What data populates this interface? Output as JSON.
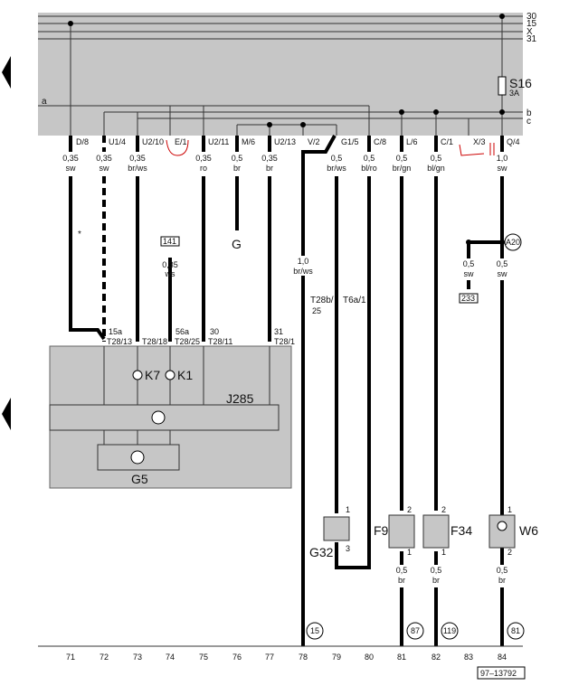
{
  "bus_labels": [
    "30",
    "15",
    "X",
    "31"
  ],
  "branch_labels": {
    "a": "a",
    "b": "b",
    "c": "c"
  },
  "fuse": {
    "name": "S16",
    "sub": "3A"
  },
  "connectors": [
    {
      "id": "D/8",
      "size": "0,35",
      "color": "sw"
    },
    {
      "id": "U1/4",
      "size": "0,35",
      "color": "sw"
    },
    {
      "id": "U2/10",
      "size": "0,35",
      "color": "br/ws"
    },
    {
      "id": "E/1"
    },
    {
      "id": "U2/11",
      "size": "0,35",
      "color": "ro"
    },
    {
      "id": "M/6",
      "size": "0,5",
      "color": "br"
    },
    {
      "id": "U2/13",
      "size": "0,35",
      "color": "br"
    },
    {
      "id": "V/2"
    },
    {
      "id": "G1/5",
      "size": "0,5",
      "color": "br/ws"
    },
    {
      "id": "C/8",
      "size": "0,5",
      "color": "bl/ro"
    },
    {
      "id": "L/6",
      "size": "0,5",
      "color": "br/gn"
    },
    {
      "id": "C/1",
      "size": "0,5",
      "color": "bl/gn"
    },
    {
      "id": "X/3"
    },
    {
      "id": "Q/4",
      "size": "1,0",
      "color": "sw"
    }
  ],
  "mid": {
    "star": "*",
    "ref141": "141",
    "w141_size": "0,35",
    "w141_color": "ws",
    "ground": "G",
    "v2_size": "1,0",
    "v2_color": "br/ws",
    "t28b": "T28b/",
    "t28b_sub": "25",
    "t6a": "T6a/1",
    "a20": "A20",
    "w233_size": "0,5",
    "w233_color": "sw",
    "ref233": "233",
    "a20_size": "0,5",
    "a20_color": "sw"
  },
  "j285_pins": [
    {
      "top": "15a",
      "pin": "T28/13"
    },
    {
      "top": "",
      "pin": "T28/18"
    },
    {
      "top": "56a",
      "pin": "T28/25"
    },
    {
      "top": "30",
      "pin": "T28/11"
    },
    {
      "top": "31",
      "pin": "T28/1"
    }
  ],
  "components": {
    "k7": "K7",
    "k1": "K1",
    "j285": "J285",
    "g5": "G5",
    "g32": "G32",
    "f9": "F9",
    "f34": "F34",
    "w6": "W6"
  },
  "pins": {
    "one": "1",
    "two": "2",
    "three": "3"
  },
  "bottom_wires": {
    "size": "0,5",
    "color": "br"
  },
  "refs": [
    "15",
    "87",
    "119",
    "81"
  ],
  "columns": [
    "71",
    "72",
    "73",
    "74",
    "75",
    "76",
    "77",
    "78",
    "79",
    "80",
    "81",
    "82",
    "83",
    "84"
  ],
  "drawing_no": "97–13792"
}
